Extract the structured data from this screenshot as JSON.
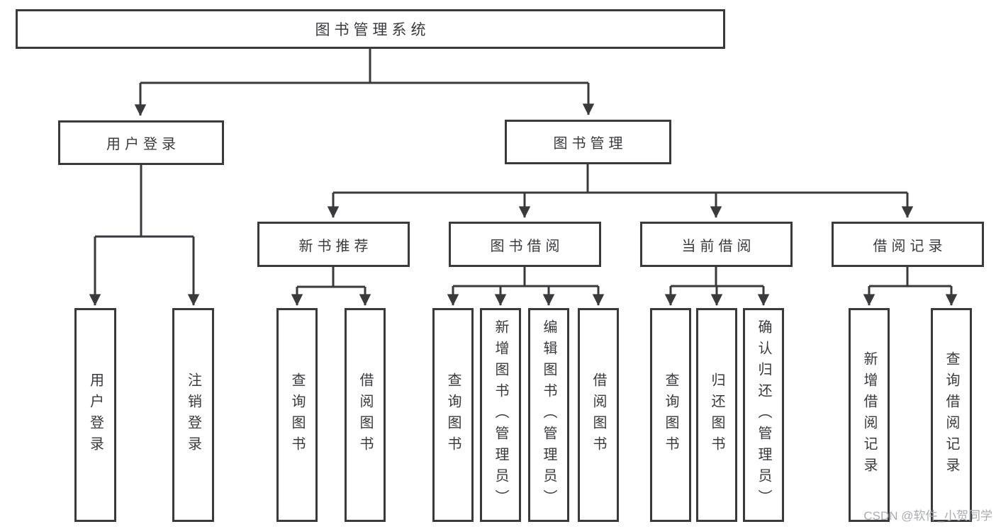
{
  "colors": {
    "line": "#3a3a3c",
    "text": "#3a3a3c",
    "box_background": "#ffffff",
    "page_background": "#ffffff",
    "watermark": "#aaabad"
  },
  "tree": {
    "root": {
      "label": "图书管理系统"
    },
    "level2": [
      {
        "label": "用户登录"
      },
      {
        "label": "图书管理"
      }
    ],
    "level3": [
      {
        "label": "新书推荐"
      },
      {
        "label": "图书借阅"
      },
      {
        "label": "当前借阅"
      },
      {
        "label": "借阅记录"
      }
    ],
    "leaves": {
      "user_login": [
        {
          "label": "用户登录"
        },
        {
          "label": "注销登录"
        }
      ],
      "new_book": [
        {
          "label": "查询图书"
        },
        {
          "label": "借阅图书"
        }
      ],
      "book_borrow": [
        {
          "label": "查询图书"
        },
        {
          "label": "新增图书（管理员）"
        },
        {
          "label": "编辑图书（管理员）"
        },
        {
          "label": "借阅图书"
        }
      ],
      "current_borrow": [
        {
          "label": "查询图书"
        },
        {
          "label": "归还图书"
        },
        {
          "label": "确认归还（管理员）"
        }
      ],
      "borrow_record": [
        {
          "label": "新增借阅记录"
        },
        {
          "label": "查询借阅记录"
        }
      ]
    }
  },
  "watermark": {
    "text": "CSDN @软件_小贺同学"
  }
}
